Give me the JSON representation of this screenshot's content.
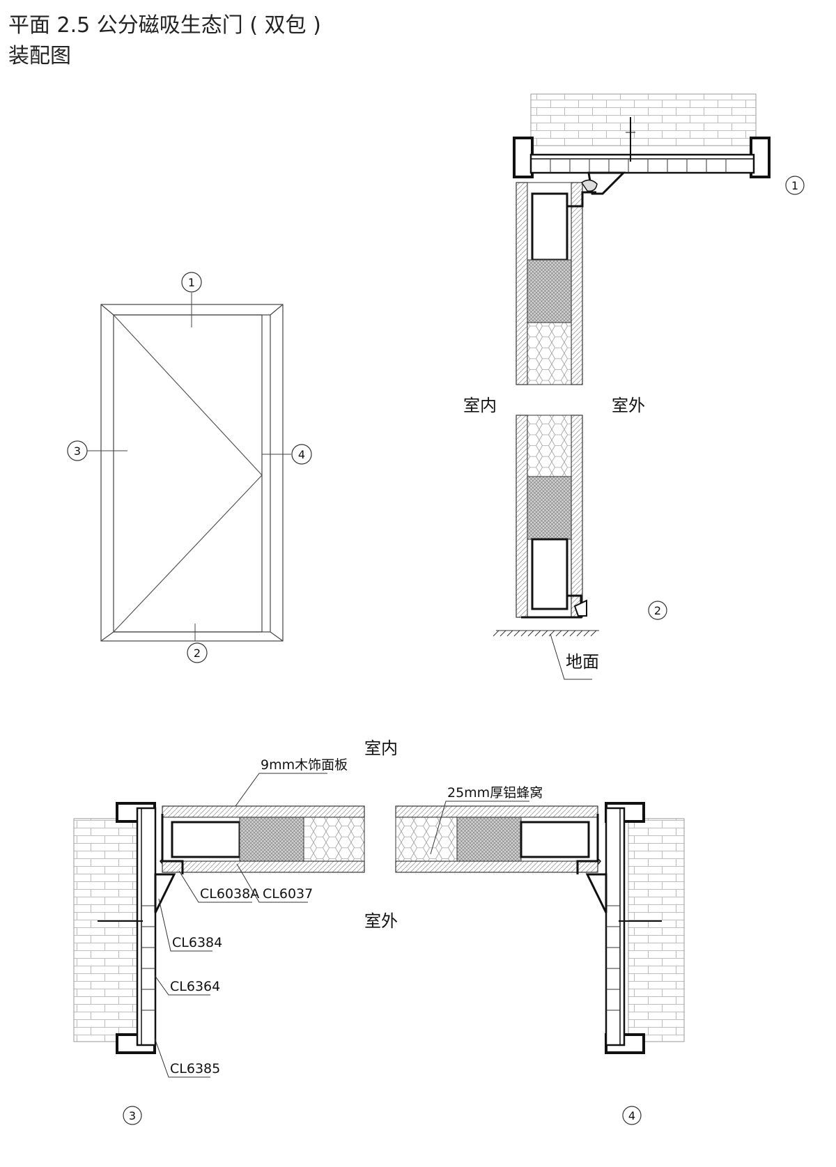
{
  "header": {
    "title_line1": "平面 2.5 公分磁吸生态门 ( 双包 )",
    "title_line2": "装配图"
  },
  "markers": {
    "m1": "1",
    "m2": "2",
    "m3": "3",
    "m4": "4"
  },
  "vertical_section": {
    "indoor": "室内",
    "outdoor": "室外",
    "ground": "地面"
  },
  "horizontal_section": {
    "indoor": "室内",
    "outdoor": "室外",
    "veneer": "9mm木饰面板",
    "honeycomb": "25mm厚铝蜂窝",
    "parts": [
      "CL6038A",
      "CL6037",
      "CL6384",
      "CL6364",
      "CL6385"
    ]
  }
}
